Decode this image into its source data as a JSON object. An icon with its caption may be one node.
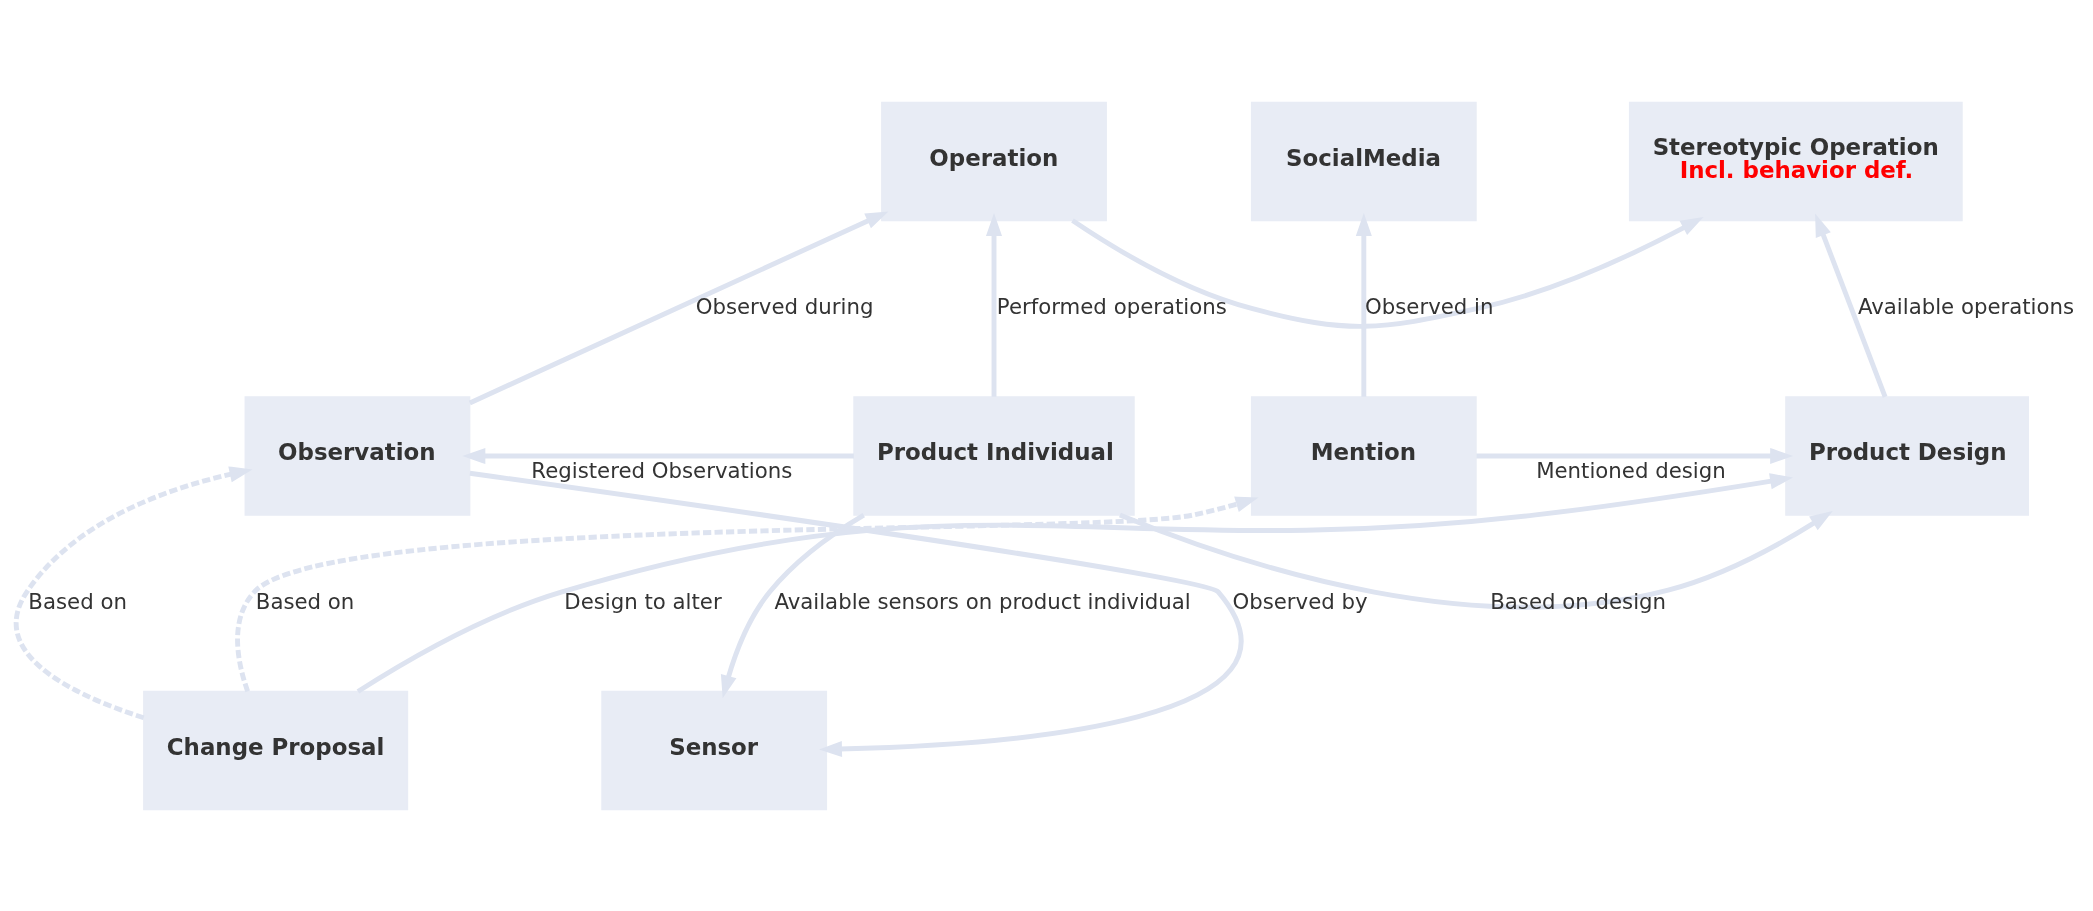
{
  "diagram": {
    "nodes": [
      {
        "text": [
          "SocialMedia"
        ]
      },
      {
        "text": [
          "Stereotypic Operation",
          "Incl. behavior def."
        ]
      },
      {
        "text": [
          "Operation"
        ]
      },
      {
        "text": [
          "Mention"
        ]
      },
      {
        "text": [
          "Product Design"
        ]
      },
      {
        "text": [
          "Product Individual"
        ]
      },
      {
        "text": [
          "Observation"
        ]
      },
      {
        "text": [
          "Change Proposal"
        ]
      },
      {
        "text": [
          "Sensor"
        ]
      }
    ],
    "edges": [
      {
        "from": 3,
        "to": 0,
        "arrow": "to",
        "label": "Observed in"
      },
      {
        "from": 3,
        "to": 4,
        "arrow": "to",
        "label": "Mentioned design"
      },
      {
        "from": 4,
        "to": 1,
        "arrow": "to",
        "label": "Available operations"
      },
      {
        "from": 2,
        "to": 1,
        "arrow": "to"
      },
      {
        "from": 5,
        "to": 2,
        "arrow": "to",
        "label": "Performed operations"
      },
      {
        "from": 5,
        "to": 4,
        "arrow": "to",
        "label": "Based on design"
      },
      {
        "from": 5,
        "to": 6,
        "arrow": "to",
        "label": "Registered Observations"
      },
      {
        "from": 6,
        "to": 2,
        "arrow": "to",
        "label": "Observed during"
      },
      {
        "from": 6,
        "to": 8,
        "arrow": "to",
        "label": "Observed by"
      },
      {
        "from": 5,
        "to": 8,
        "arrow": "to",
        "label": "Available sensors on product individual"
      },
      {
        "from": 7,
        "to": 4,
        "arrow": "to",
        "label": "Design to alter"
      },
      {
        "from": 7,
        "to": 3,
        "arrow": "to",
        "label": "Based on",
        "style": "dashed"
      },
      {
        "from": 7,
        "to": 6,
        "arrow": "to",
        "label": "Based on",
        "style": "dashed"
      }
    ]
  }
}
